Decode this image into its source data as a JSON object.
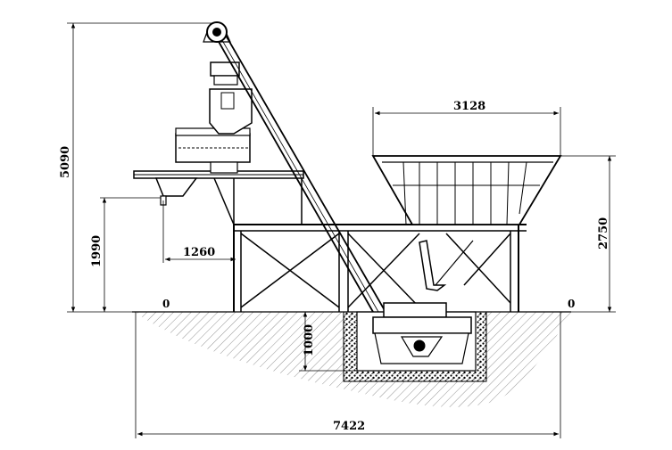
{
  "drawing": {
    "dimensions": {
      "total_height": "5090",
      "upper_bin_width": "3128",
      "bin_height": "2750",
      "side_height": "1990",
      "side_offset": "1260",
      "pit_depth": "1000",
      "total_length": "7422"
    },
    "levels": {
      "left_zero": "0",
      "right_zero": "0"
    }
  }
}
